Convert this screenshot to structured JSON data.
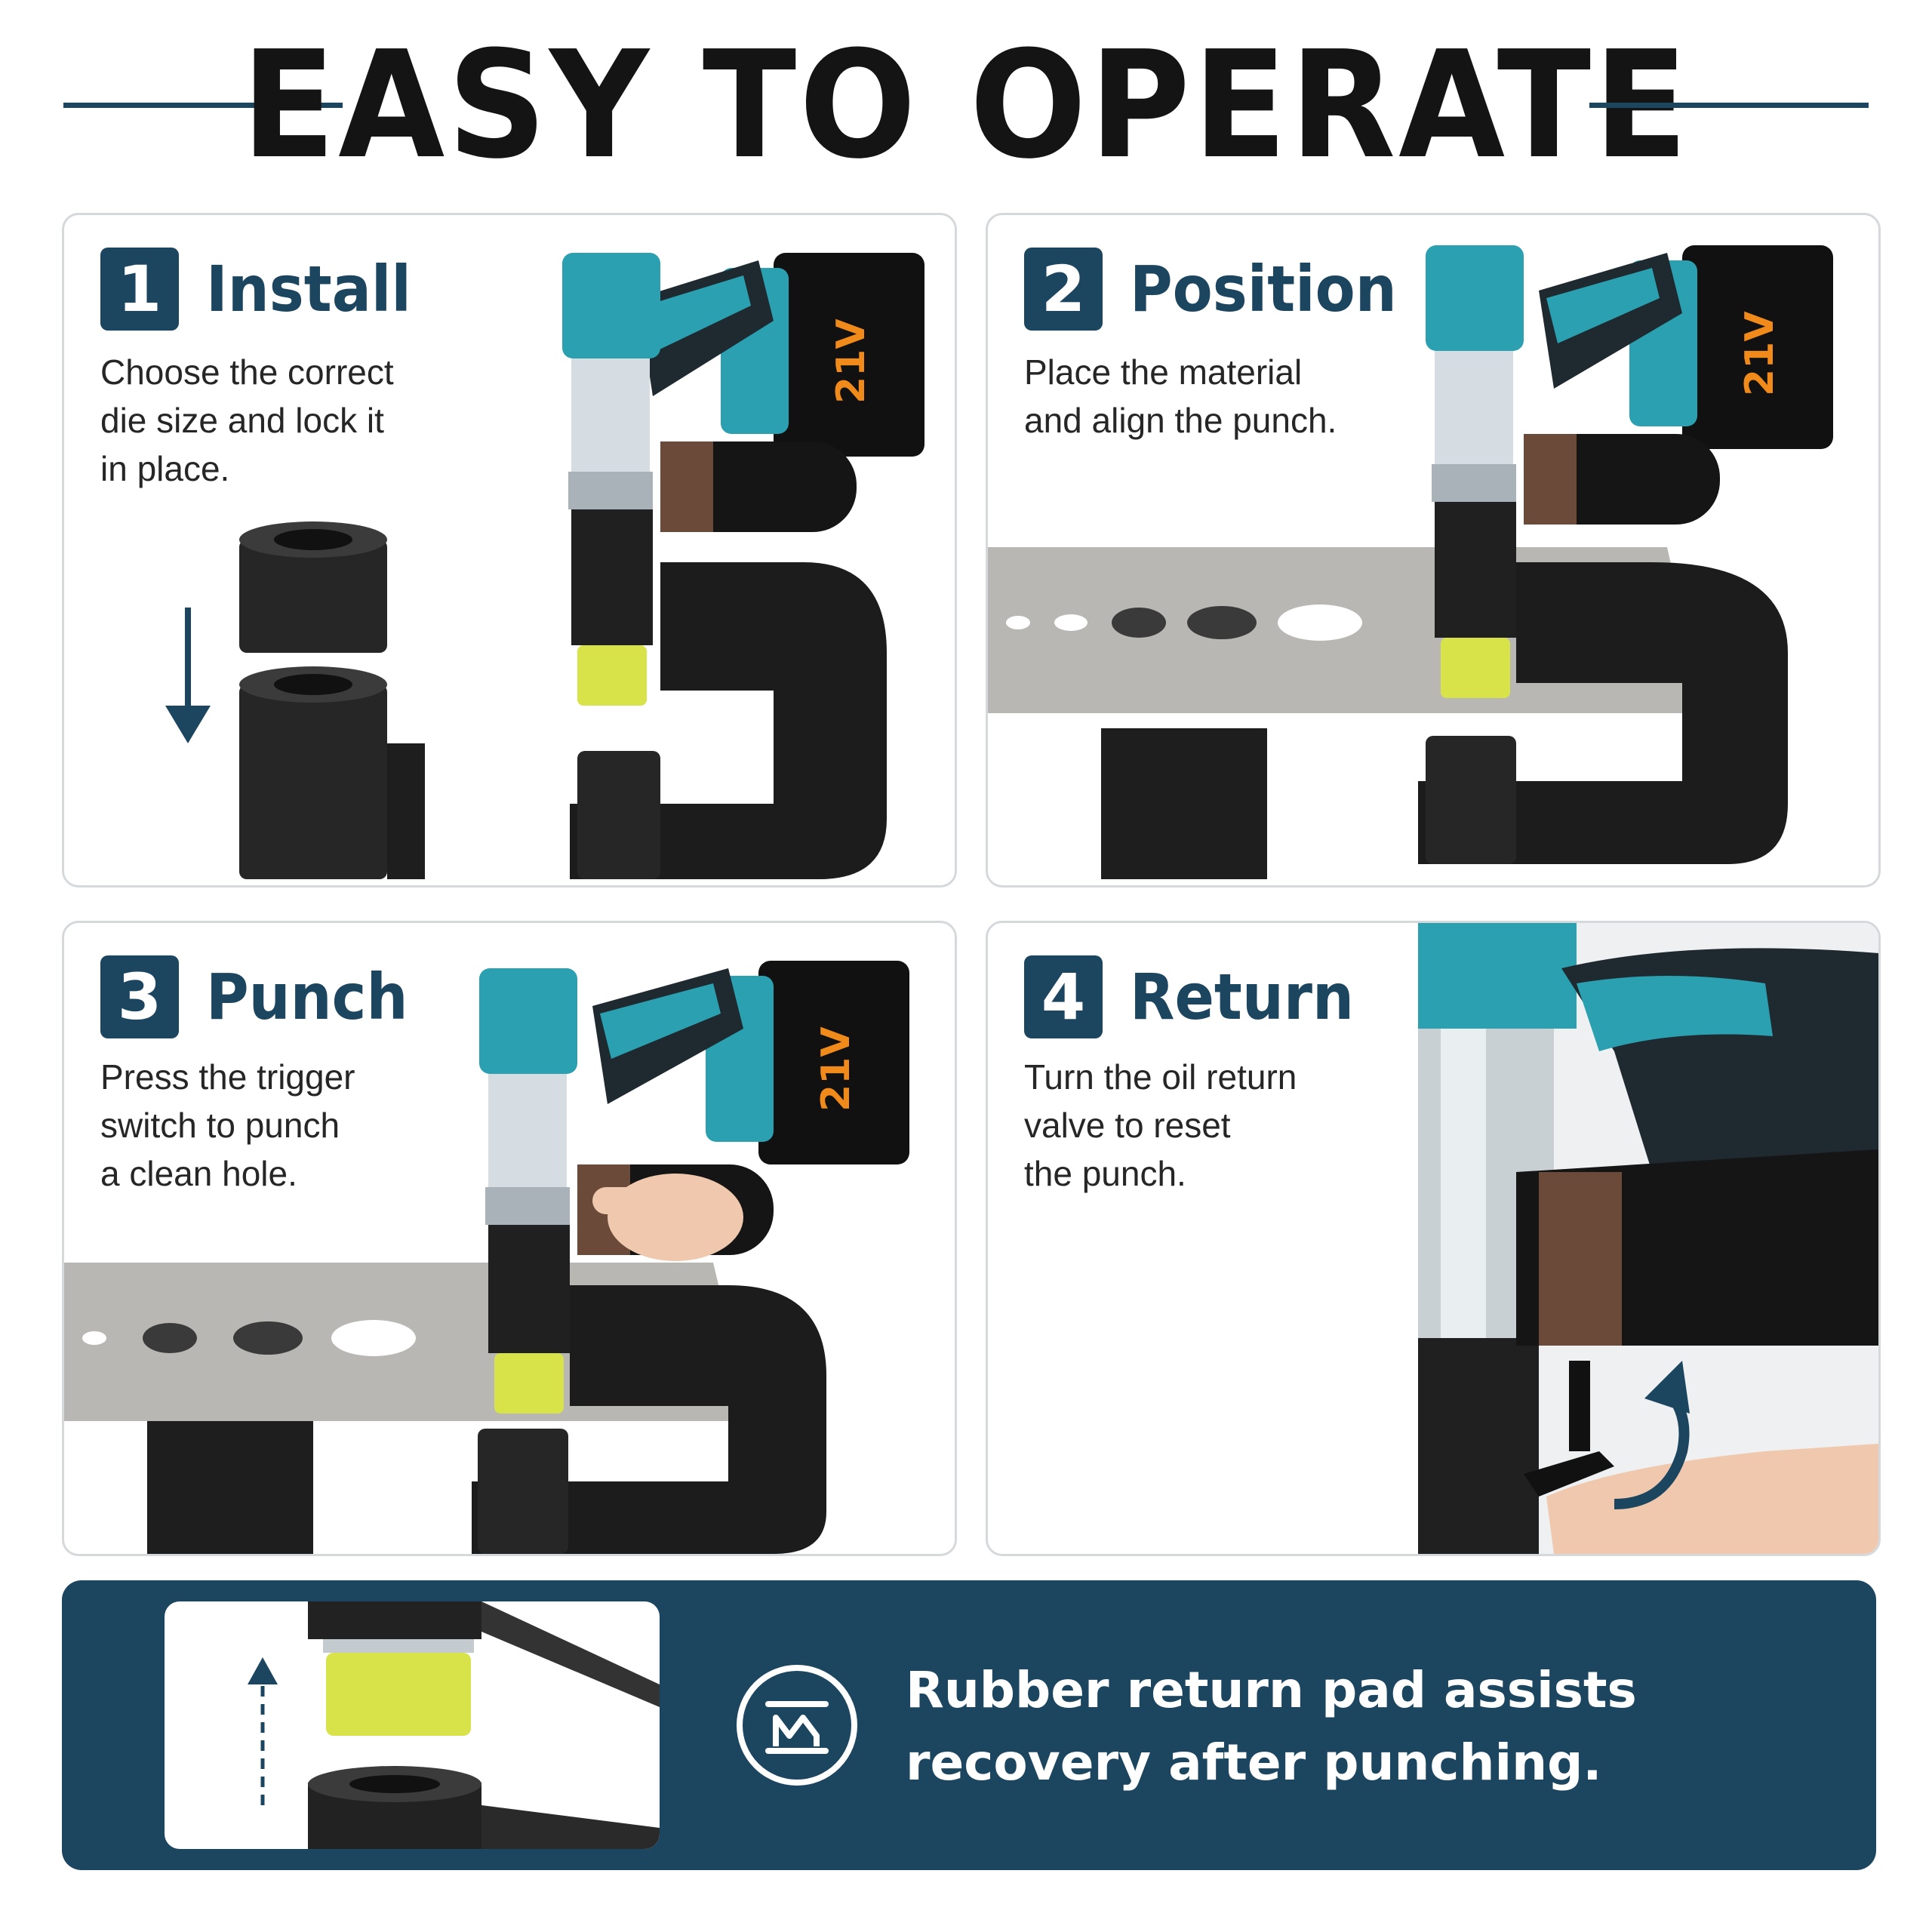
{
  "header": {
    "title": "EASY TO OPERATE"
  },
  "steps": [
    {
      "number": "1",
      "title": "Install",
      "desc_lines": [
        "Choose the correct",
        "die size and lock it",
        "in place."
      ]
    },
    {
      "number": "2",
      "title": "Position",
      "desc_lines": [
        "Place the material",
        "and align the punch."
      ]
    },
    {
      "number": "3",
      "title": "Punch",
      "desc_lines": [
        "Press the trigger",
        "switch to punch",
        "a clean hole."
      ]
    },
    {
      "number": "4",
      "title": "Return",
      "desc_lines": [
        "Turn the oil return",
        "valve to reset",
        "the punch."
      ]
    }
  ],
  "battery_label": "21V",
  "banner": {
    "lines": [
      "Rubber return pad assists",
      "recovery after punching."
    ]
  },
  "colors": {
    "accent": "#1c4560",
    "tool_teal": "#2aa0b0",
    "pad_yellow": "#d8e34a",
    "battery_orange": "#f08a1a"
  },
  "icons": [
    "arrow-down-icon",
    "arrow-up-icon",
    "rotate-arrow-icon",
    "spring-icon"
  ]
}
